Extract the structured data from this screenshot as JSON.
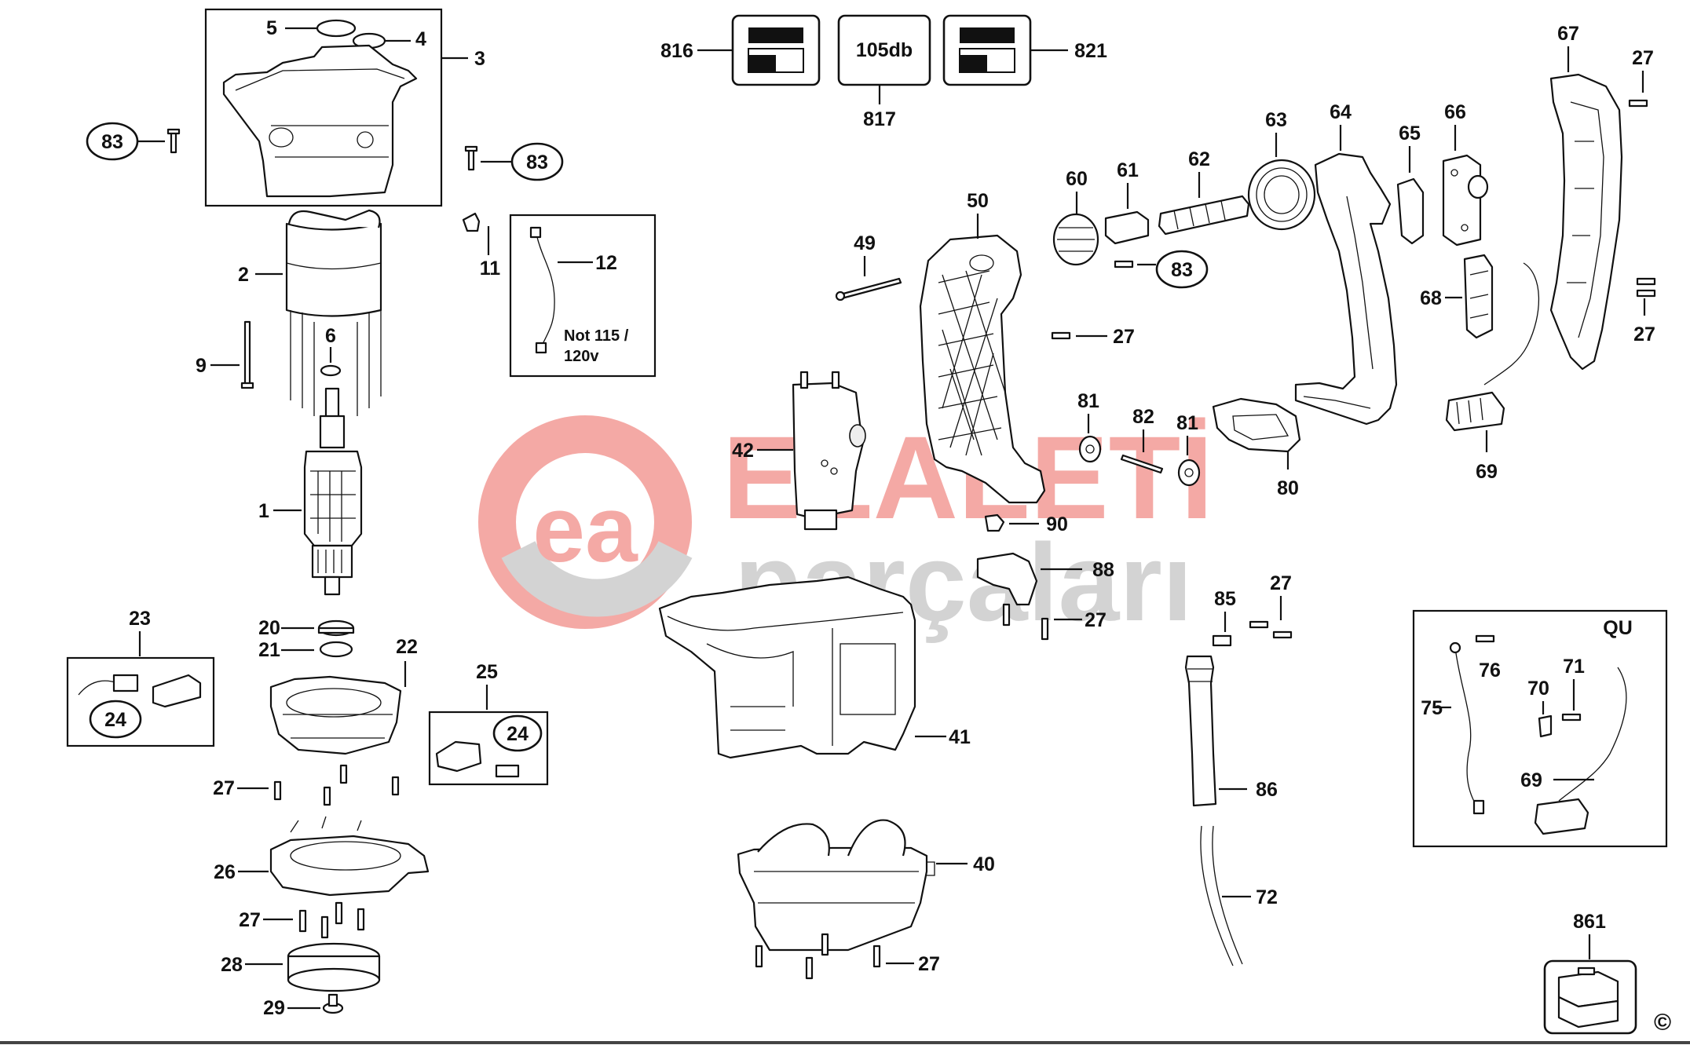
{
  "watermark": {
    "line1": "ELALETİ",
    "line2": "parçaları",
    "logo_text": "ea",
    "color_red": "#e8423a",
    "color_gray": "#9e9e9e"
  },
  "parts": {
    "p1": "1",
    "p2": "2",
    "p3": "3",
    "p4": "4",
    "p5": "5",
    "p6": "6",
    "p9": "9",
    "p11": "11",
    "p12": "12",
    "p20": "20",
    "p21": "21",
    "p22": "22",
    "p23": "23",
    "p24a": "24",
    "p24b": "24",
    "p25": "25",
    "p26": "26",
    "p27a": "27",
    "p27b": "27",
    "p27c": "27",
    "p27d": "27",
    "p27e": "27",
    "p27f": "27",
    "p27g": "27",
    "p27h": "27",
    "p28": "28",
    "p29": "29",
    "p40": "40",
    "p41": "41",
    "p42": "42",
    "p49": "49",
    "p50": "50",
    "p60": "60",
    "p61": "61",
    "p62": "62",
    "p63": "63",
    "p64": "64",
    "p65": "65",
    "p66": "66",
    "p67": "67",
    "p68": "68",
    "p69a": "69",
    "p69b": "69",
    "p70": "70",
    "p71": "71",
    "p72": "72",
    "p75": "75",
    "p76": "76",
    "p80": "80",
    "p81a": "81",
    "p81b": "81",
    "p82": "82",
    "p83a": "83",
    "p83b": "83",
    "p83c": "83",
    "p85": "85",
    "p86": "86",
    "p88": "88",
    "p90": "90",
    "p816": "816",
    "p817": "817",
    "p821": "821",
    "p861": "861"
  },
  "notes": {
    "not_115_line1": "Not 115 /",
    "not_115_line2": "120v",
    "decibel": "105db",
    "qu_label": "QU"
  },
  "copyright_symbol": "©"
}
